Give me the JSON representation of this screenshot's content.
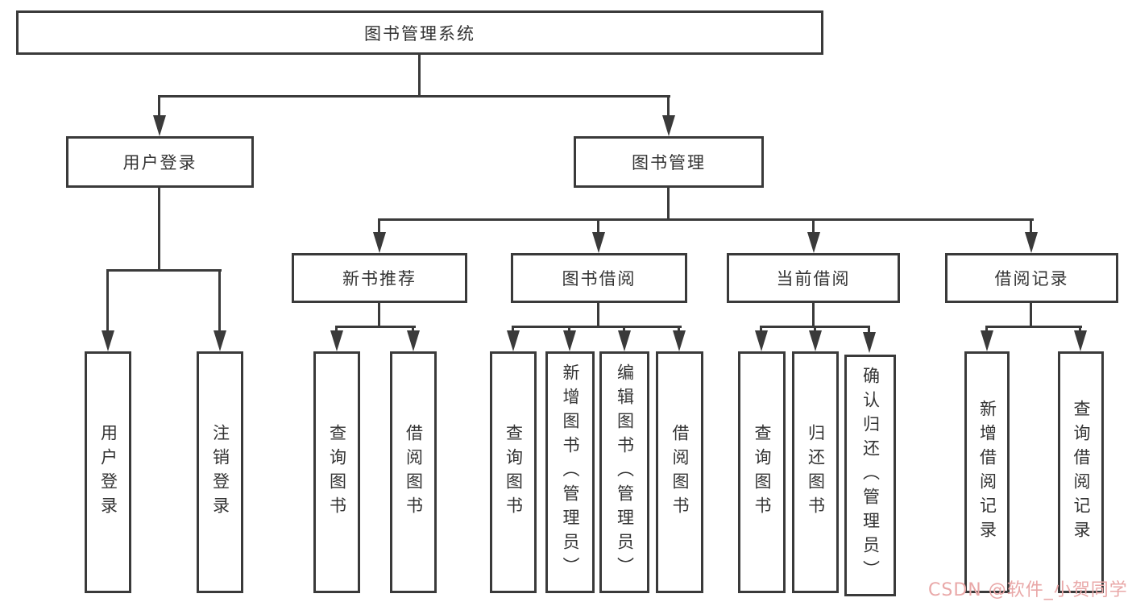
{
  "nodes": {
    "root": "图书管理系统",
    "user_login": "用户登录",
    "book_mgmt": "图书管理",
    "new_book_rec": "新书推荐",
    "book_borrow": "图书借阅",
    "current_borrow": "当前借阅",
    "borrow_record": "借阅记录",
    "leaf_user_login": "用户登录",
    "leaf_logout": "注销登录",
    "rec_query_book": "查询图书",
    "rec_borrow_book": "借阅图书",
    "bb_query_book": "查询图书",
    "bb_add_book": "新增图书（管理员）",
    "bb_edit_book": "编辑图书（管理员）",
    "bb_borrow_book": "借阅图书",
    "cb_query_book": "查询图书",
    "cb_return_book": "归还图书",
    "cb_confirm_return": "确认归还（管理员）",
    "br_add_record": "新增借阅记录",
    "br_query_record": "查询借阅记录"
  },
  "watermark": "CSDN @软件_小贺同学",
  "colors": {
    "line": "#3a3a3a",
    "text": "#333333",
    "watermark": "#e9a8a8",
    "background": "#ffffff"
  }
}
